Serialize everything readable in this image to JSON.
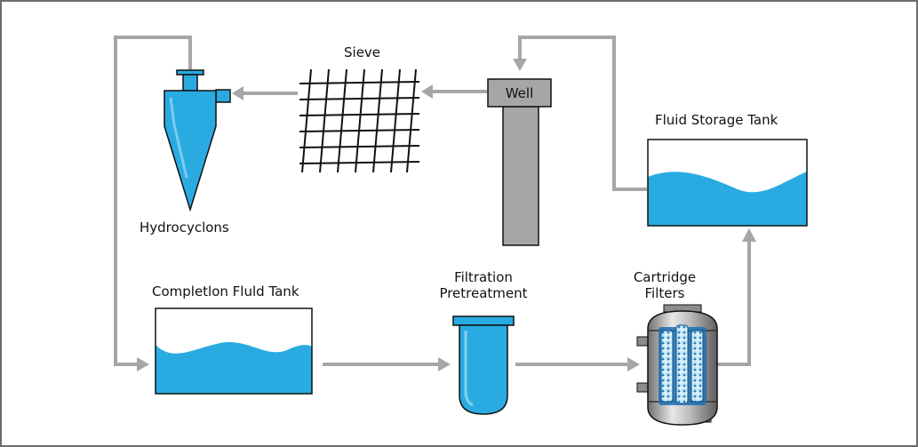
{
  "labels": {
    "sieve": "Sieve",
    "well": "Well",
    "fluid_storage_tank": "Fluid Storage Tank",
    "hydrocyclons": "Hydrocyclons",
    "completion_fluid_tank": "Completlon Fluld Tank",
    "filtration_line1": "Filtration",
    "filtration_line2": "Pretreatment",
    "cartridge_line1": "Cartridge",
    "cartridge_line2": "Filters"
  },
  "colors": {
    "water": "#29abe2",
    "pipe": "#a6a6a6",
    "well_gray": "#a6a6a6",
    "outline": "#111111",
    "frame": "#6d6d6d"
  }
}
